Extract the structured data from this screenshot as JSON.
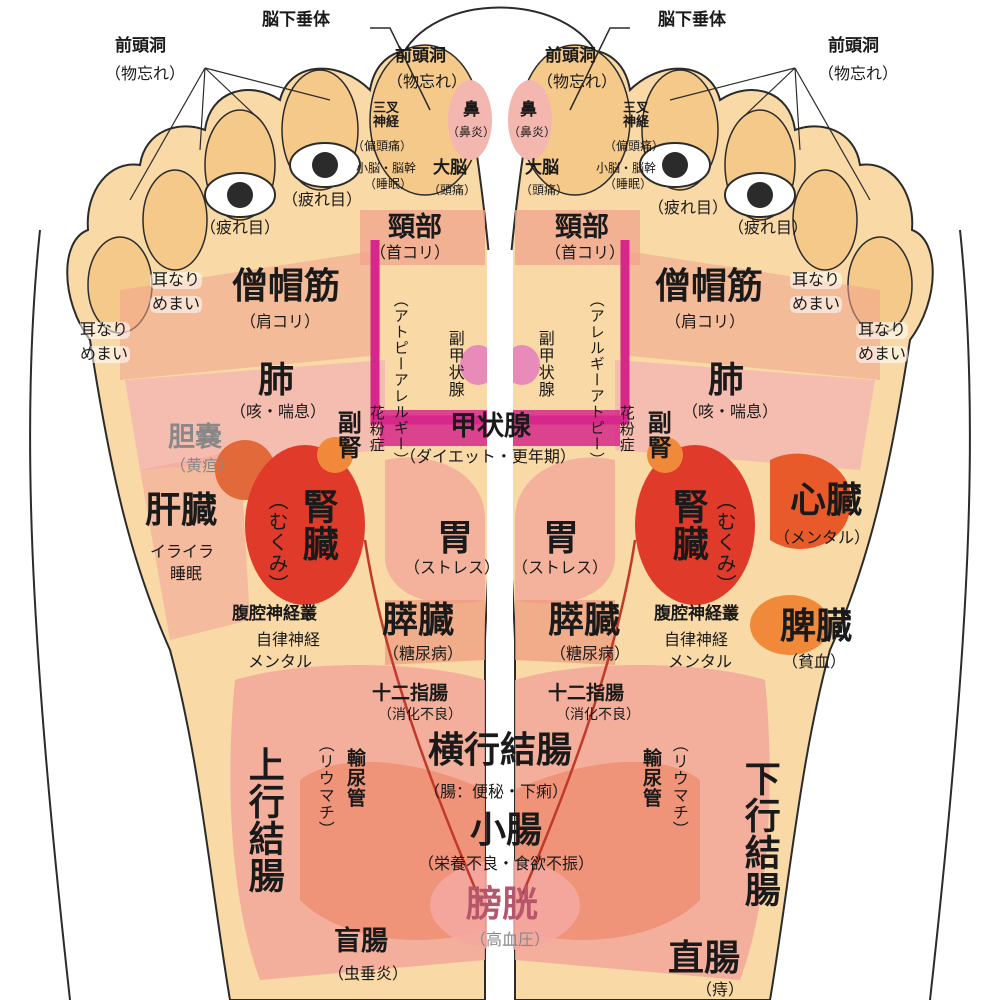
{
  "colors": {
    "skin": "#f9d9a6",
    "skin_dark": "#f5c98a",
    "outline": "#2b2b2b",
    "organ_pink": "#f2a79a",
    "organ_salmon": "#ee9a7d",
    "organ_red": "#e03a2a",
    "organ_orange": "#f08a3a",
    "magenta": "#d6288a",
    "lung": "#f4b7b0",
    "neck": "#f0a38c",
    "bladder": "#f4a9a0"
  },
  "labels": {
    "pituitary_l": "脳下垂体",
    "pituitary_r": "脳下垂体",
    "frontal_sinus_l": "前頭洞",
    "frontal_sinus_l_sub": "（物忘れ）",
    "frontal_sinus_r": "前頭洞",
    "frontal_sinus_r_sub": "（物忘れ）",
    "frontal_sinus_lt": "前頭洞",
    "frontal_sinus_lt_sub": "（物忘れ）",
    "frontal_sinus_rt": "前頭洞",
    "frontal_sinus_rt_sub": "（物忘れ）",
    "nose_l": "鼻",
    "nose_l_sub": "（鼻炎）",
    "nose_r": "鼻",
    "nose_r_sub": "（鼻炎）",
    "trigeminal_l": "三叉神経",
    "trigeminal_l_sub": "（偏頭痛）",
    "trigeminal_r": "三叉神経",
    "trigeminal_r_sub": "（偏頭痛）",
    "cerebellum_l": "小脳・脳幹",
    "cerebellum_l_sub": "（睡眠）",
    "cerebellum_r": "小脳・脳幹",
    "cerebellum_r_sub": "（睡眠）",
    "cerebrum_l": "大脳",
    "cerebrum_l_sub": "（頭痛）",
    "cerebrum_r": "大脳",
    "cerebrum_r_sub": "（頭痛）",
    "eye_tired_1": "（疲れ目）",
    "eye_tired_2": "（疲れ目）",
    "eye_tired_3": "（疲れ目）",
    "eye_tired_4": "（疲れ目）",
    "neck_l": "頸部",
    "neck_l_sub": "（首コリ）",
    "neck_r": "頸部",
    "neck_r_sub": "（首コリ）",
    "ear_l1": "耳なり",
    "ear_l1b": "めまい",
    "ear_l2": "耳なり",
    "ear_l2b": "めまい",
    "ear_r1": "耳なり",
    "ear_r1b": "めまい",
    "ear_r2": "耳なり",
    "ear_r2b": "めまい",
    "trapezius_l": "僧帽筋",
    "trapezius_l_sub": "（肩コリ）",
    "trapezius_r": "僧帽筋",
    "trapezius_r_sub": "（肩コリ）",
    "allergy_l": "（アトピーアレルギー）",
    "allergy_r": "（アレルギーアトピー）",
    "parathyroid_l": "副甲状腺",
    "parathyroid_r": "副甲状腺",
    "lung_l": "肺",
    "lung_l_sub": "（咳・喘息）",
    "lung_r": "肺",
    "lung_r_sub": "（咳・喘息）",
    "pollen_l": "花粉症",
    "pollen_r": "花粉症",
    "adrenal_l": "副腎",
    "adrenal_r": "副腎",
    "thyroid": "甲状腺",
    "thyroid_sub": "（ダイエット・更年期）",
    "gallbladder": "胆嚢",
    "gallbladder_sub": "（黄疸）",
    "liver": "肝臓",
    "liver_sub1": "イライラ",
    "liver_sub2": "睡眠",
    "kidney_l": "腎臓",
    "kidney_l_sub": "（むくみ）",
    "kidney_r": "腎臓",
    "kidney_r_sub": "（むくみ）",
    "heart": "心臓",
    "heart_sub": "（メンタル）",
    "stomach_l": "胃",
    "stomach_l_sub": "（ストレス）",
    "stomach_r": "胃",
    "stomach_r_sub": "（ストレス）",
    "celiac_l": "腹腔神経叢",
    "celiac_l_sub1": "自律神経",
    "celiac_l_sub2": "メンタル",
    "celiac_r": "腹腔神経叢",
    "celiac_r_sub1": "自律神経",
    "celiac_r_sub2": "メンタル",
    "pancreas_l": "膵臓",
    "pancreas_l_sub": "（糖尿病）",
    "pancreas_r": "膵臓",
    "pancreas_r_sub": "（糖尿病）",
    "spleen": "脾臓",
    "spleen_sub": "（貧血）",
    "duodenum_l": "十二指腸",
    "duodenum_l_sub": "（消化不良）",
    "duodenum_r": "十二指腸",
    "duodenum_r_sub": "（消化不良）",
    "transverse_colon": "横行結腸",
    "transverse_colon_sub": "（腸：便秘・下痢）",
    "rheuma_l": "（リウマチ）",
    "rheuma_r": "（リウマチ）",
    "ureter_l": "輸尿管",
    "ureter_r": "輸尿管",
    "ascending_colon": "上行結腸",
    "descending_colon": "下行結腸",
    "small_intestine": "小腸",
    "small_intestine_sub": "（栄養不良・食欲不振）",
    "bladder": "膀胱",
    "bladder_sub": "（高血圧）",
    "cecum": "盲腸",
    "cecum_sub": "（虫垂炎）",
    "rectum": "直腸",
    "rectum_sub": "（痔）"
  }
}
